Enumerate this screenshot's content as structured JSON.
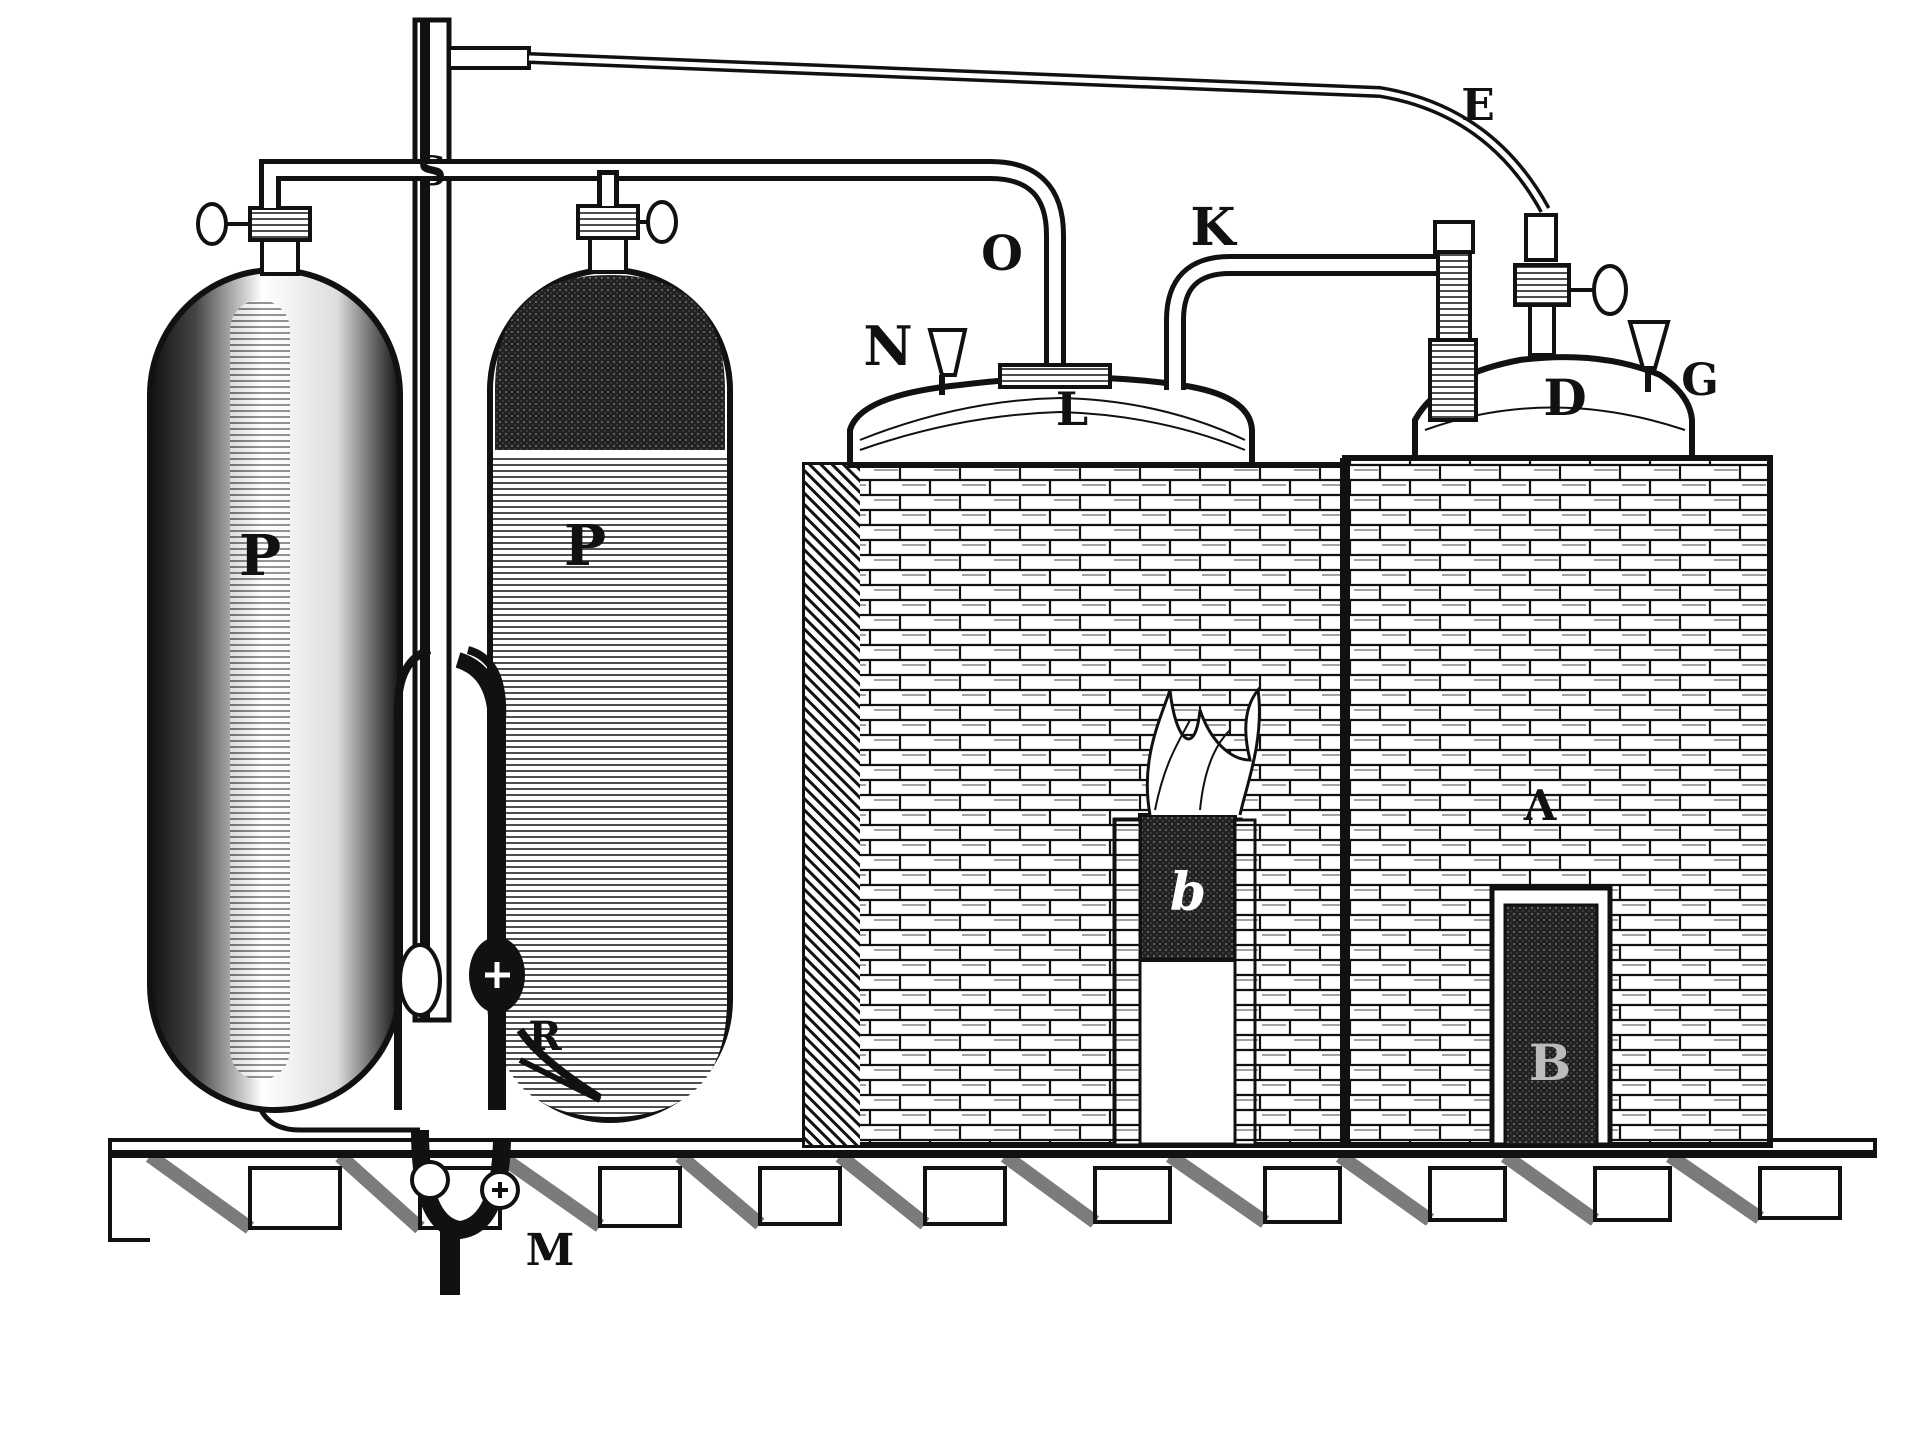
{
  "figure": {
    "labels": {
      "tank_left": "P",
      "tank_right": "P",
      "pipe_top_junction": "S",
      "cock_left": "O",
      "cock_middle": "O",
      "pipe_middle": "O",
      "cock_right": "O",
      "pipe_e": "E",
      "pipe_k": "K",
      "funnel_n": "N",
      "dome_l": "L",
      "dome_d": "D",
      "funnel_g": "G",
      "furnace_a": "A",
      "firebox_b": "b",
      "door_b": "B",
      "gauge_r": "R",
      "trap_m": "M"
    },
    "colors": {
      "ink": "#111111",
      "paper": "#ffffff"
    }
  }
}
